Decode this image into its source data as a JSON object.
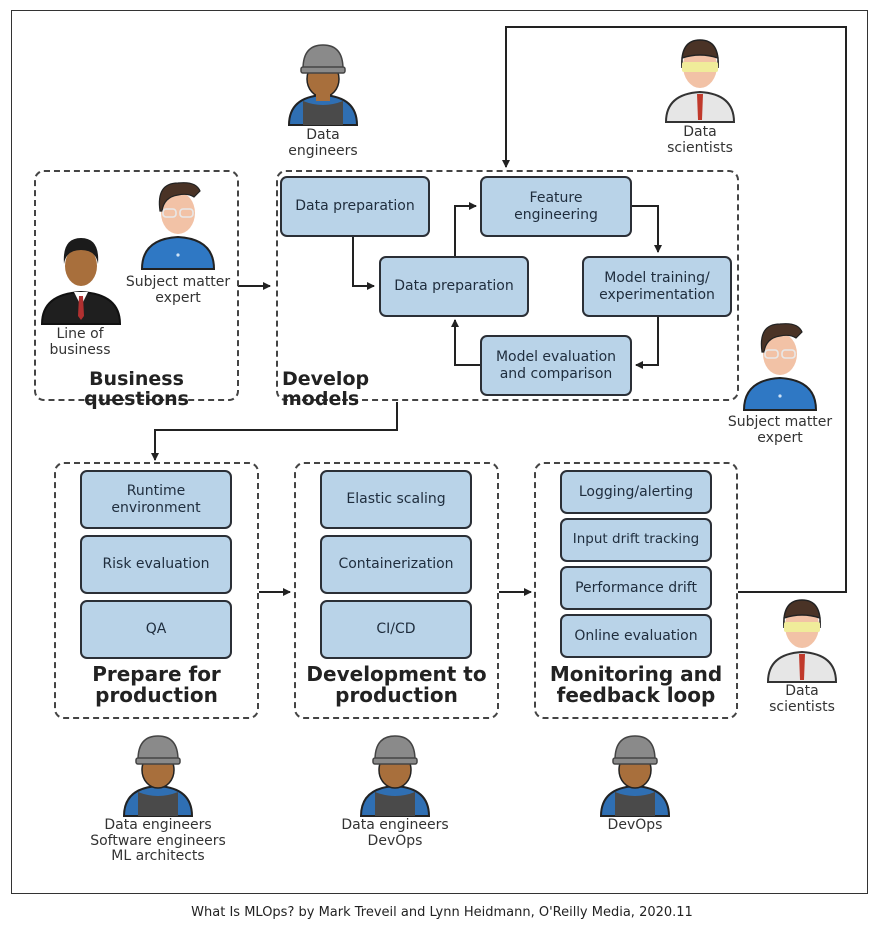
{
  "groups": {
    "business": {
      "title": "Business questions"
    },
    "develop": {
      "title": "Develop models"
    },
    "prepare": {
      "title": "Prepare for\nproduction"
    },
    "deploy": {
      "title": "Development to\nproduction"
    },
    "monitor": {
      "title": "Monitoring and\nfeedback loop"
    }
  },
  "develop_steps": [
    {
      "label": "Data preparation"
    },
    {
      "label": "Data preparation"
    },
    {
      "label": "Feature engineering"
    },
    {
      "label": "Model training/ experimentation"
    },
    {
      "label": "Model evaluation and comparison"
    }
  ],
  "prepare_steps": [
    {
      "label": "Runtime environment"
    },
    {
      "label": "Risk evaluation"
    },
    {
      "label": "QA"
    }
  ],
  "deploy_steps": [
    {
      "label": "Elastic scaling"
    },
    {
      "label": "Containerization"
    },
    {
      "label": "CI/CD"
    }
  ],
  "monitor_steps": [
    {
      "label": "Logging/alerting"
    },
    {
      "label": "Input drift tracking"
    },
    {
      "label": "Performance drift"
    },
    {
      "label": "Online evaluation"
    }
  ],
  "roles": {
    "data_engineers_top": "Data\nengineers",
    "data_scientists_top": "Data\nscientists",
    "line_of_business": "Line of\nbusiness",
    "sme_left": "Subject matter\nexpert",
    "sme_right": "Subject matter\nexpert",
    "data_scientists_right": "Data\nscientists",
    "prepare_team": "Data engineers\nSoftware engineers\nML architects",
    "deploy_team": "Data engineers\nDevOps",
    "monitor_team": "DevOps"
  },
  "caption": "What Is MLOps? by Mark Treveil and Lynn Heidmann, O'Reilly Media, 2020.11",
  "colors": {
    "box_fill": "#b9d3e8",
    "box_border": "#2b2f36",
    "engineer_shirt": "#2f6fb3",
    "engineer_apron": "#4a4a4a",
    "helmet": "#8a8a8a",
    "skin_dark": "#a86f3c",
    "skin_light": "#f2c2a6",
    "sme_shirt": "#2f78c4",
    "scientist_coat": "#e6e6e6",
    "tie": "#c0392b"
  }
}
